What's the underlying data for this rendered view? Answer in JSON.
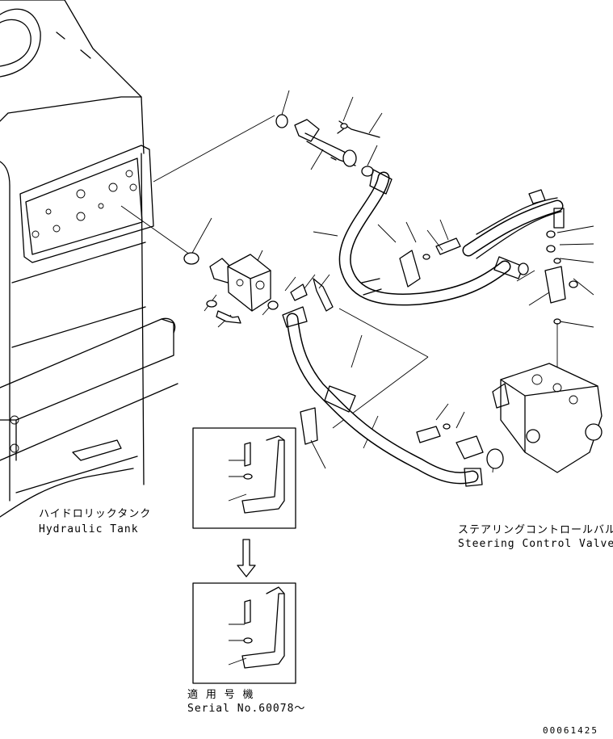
{
  "labels": {
    "tank_jp": "ハイドロリックタンク",
    "tank_en": "Hydraulic Tank",
    "valve_jp": "ステアリングコントロールバルブ",
    "valve_en": "Steering Control Valve",
    "serial_jp": "適 用 号 機",
    "serial_en": "Serial No.60078～",
    "drawing_number": "00061425"
  }
}
